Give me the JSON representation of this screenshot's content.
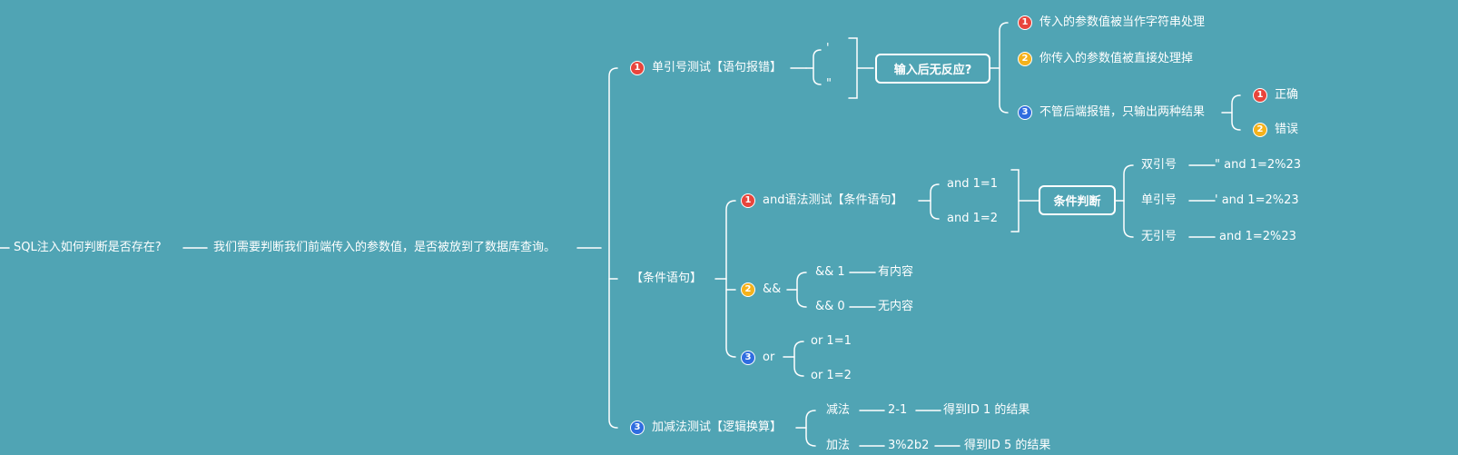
{
  "colors": {
    "background": "#50a4b4",
    "line": "#ffffff",
    "badge_1": "#e8453c",
    "badge_2": "#f5b21c",
    "badge_3": "#2f6de0"
  },
  "root": {
    "label": "SQL注入如何判断是否存在?",
    "desc": "我们需要判断我们前端传入的参数值，是否被放到了数据库查询。"
  },
  "branch1": {
    "badge": "1",
    "badge_icon": "number-1-red-circle",
    "label": "单引号测试【语句报错】",
    "quote_single": "'",
    "quote_double": "\"",
    "question": "输入后无反应?",
    "answers": [
      {
        "badge": "1",
        "badge_icon": "number-1-red-circle",
        "text": "传入的参数值被当作字符串处理"
      },
      {
        "badge": "2",
        "badge_icon": "number-2-orange-circle",
        "text": "你传入的参数值被直接处理掉"
      },
      {
        "badge": "3",
        "badge_icon": "number-3-blue-circle",
        "text": "不管后端报错，只输出两种结果"
      }
    ],
    "results": [
      {
        "badge": "1",
        "badge_icon": "number-1-red-circle",
        "text": "正确"
      },
      {
        "badge": "2",
        "badge_icon": "number-2-orange-circle",
        "text": "错误"
      }
    ]
  },
  "branch2": {
    "label": "【条件语句】",
    "and_test": {
      "badge": "1",
      "badge_icon": "number-1-red-circle",
      "label": "and语法测试【条件语句】",
      "cases": [
        "and 1=1",
        "and 1=2"
      ],
      "judge": "条件判断",
      "quotes": [
        {
          "name": "双引号",
          "payload": "\" and 1=2%23"
        },
        {
          "name": "单引号",
          "payload": "' and 1=2%23"
        },
        {
          "name": "无引号",
          "payload": "and 1=2%23"
        }
      ]
    },
    "amp_test": {
      "badge": "2",
      "badge_icon": "number-2-orange-circle",
      "label": "&&",
      "cases": [
        {
          "expr": "&& 1",
          "result": "有内容"
        },
        {
          "expr": "&& 0",
          "result": "无内容"
        }
      ]
    },
    "or_test": {
      "badge": "3",
      "badge_icon": "number-3-blue-circle",
      "label": "or",
      "cases": [
        "or 1=1",
        "or 1=2"
      ]
    }
  },
  "branch3": {
    "badge": "3",
    "badge_icon": "number-3-blue-circle",
    "label": "加减法测试【逻辑换算】",
    "ops": [
      {
        "name": "减法",
        "expr": "2-1",
        "result": "得到ID 1 的结果"
      },
      {
        "name": "加法",
        "expr": "3%2b2",
        "result": "得到ID 5 的结果"
      }
    ]
  }
}
